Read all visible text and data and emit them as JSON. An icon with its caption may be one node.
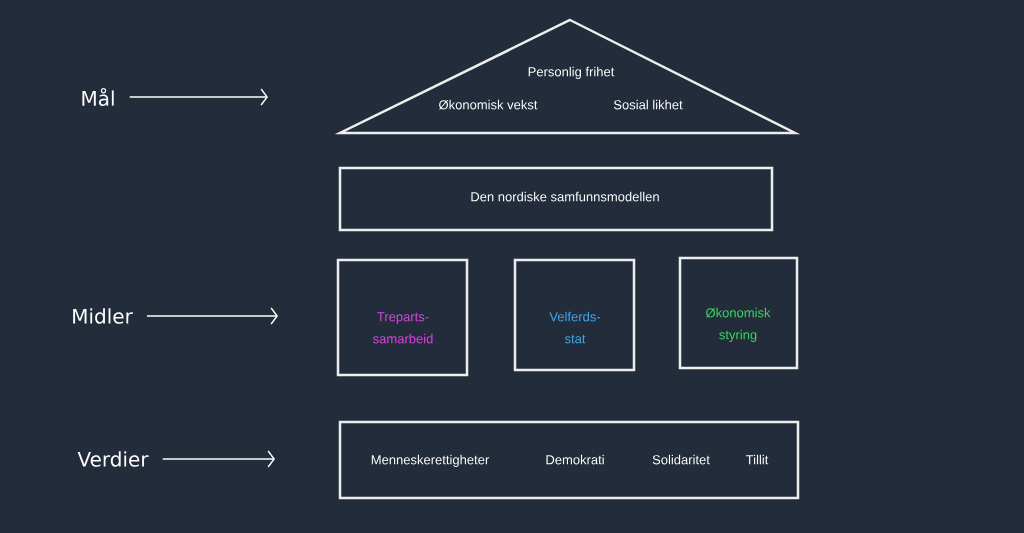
{
  "diagram": {
    "nodes": [
      {
        "text": [
          "Mål"
        ]
      },
      {
        "text": [
          "Personlig frihet",
          "Økonomisk vekst",
          "Sosial likhet"
        ]
      },
      {
        "text": [
          "Den nordiske samfunnsmodellen"
        ]
      },
      {
        "text": [
          "Midler"
        ]
      },
      {
        "text": [
          "Treparts-samarbeid"
        ]
      },
      {
        "text": [
          "Velferds-stat"
        ]
      },
      {
        "text": [
          "Økonomisk styring"
        ]
      },
      {
        "text": [
          "Verdier"
        ]
      },
      {
        "text": [
          "Menneskerettigheter",
          "Demokrati",
          "Solidaritet",
          "Tillit"
        ]
      }
    ],
    "edges": [
      {
        "from": 0,
        "to": null,
        "arrow": "to"
      },
      {
        "from": 3,
        "to": null,
        "arrow": "to"
      },
      {
        "from": 7,
        "to": null,
        "arrow": "to"
      }
    ]
  }
}
